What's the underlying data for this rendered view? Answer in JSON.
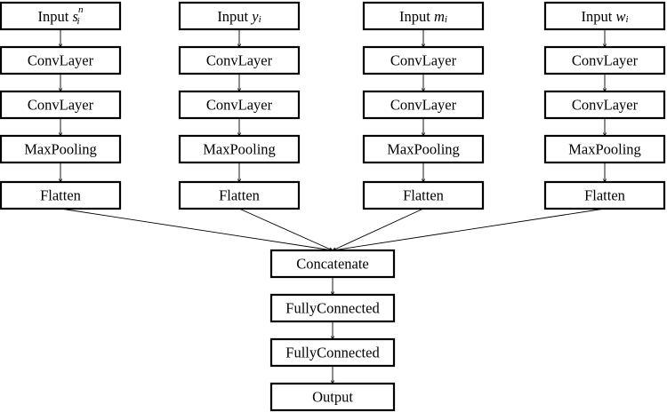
{
  "diagram": {
    "columns": [
      {
        "input": {
          "prefix": "Input ",
          "var": "s",
          "sup": "n",
          "sub": "i"
        },
        "layers": [
          "ConvLayer",
          "ConvLayer",
          "MaxPooling",
          "Flatten"
        ]
      },
      {
        "input": {
          "prefix": "Input ",
          "var": "y",
          "sup": "",
          "sub": "i"
        },
        "layers": [
          "ConvLayer",
          "ConvLayer",
          "MaxPooling",
          "Flatten"
        ]
      },
      {
        "input": {
          "prefix": "Input ",
          "var": "m",
          "sup": "",
          "sub": "i"
        },
        "layers": [
          "ConvLayer",
          "ConvLayer",
          "MaxPooling",
          "Flatten"
        ]
      },
      {
        "input": {
          "prefix": "Input ",
          "var": "w",
          "sup": "",
          "sub": "i"
        },
        "layers": [
          "ConvLayer",
          "ConvLayer",
          "MaxPooling",
          "Flatten"
        ]
      }
    ],
    "merge": [
      "Concatenate",
      "FullyConnected",
      "FullyConnected",
      "Output"
    ]
  }
}
